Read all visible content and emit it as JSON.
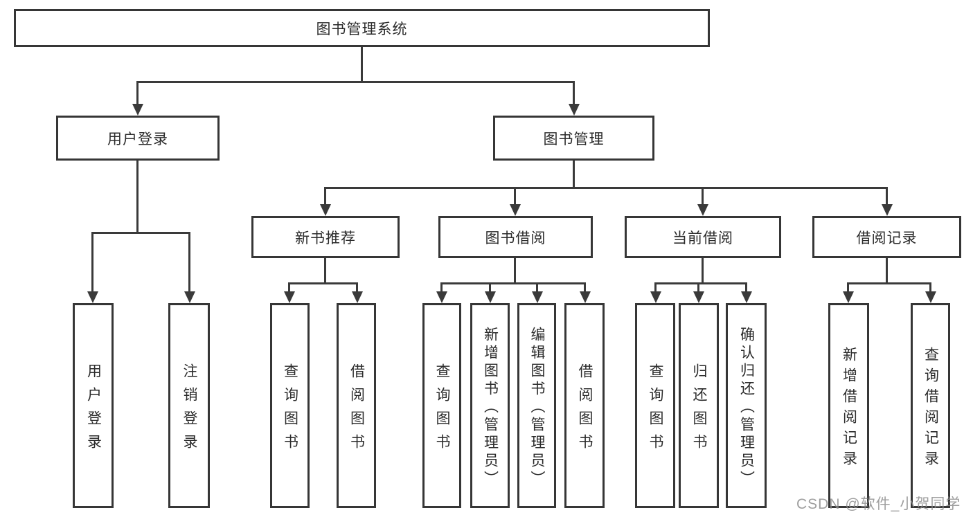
{
  "diagram_title": "图书管理系统",
  "nodes": {
    "root": "图书管理系统",
    "user_login": "用户登录",
    "book_management": "图书管理",
    "new_book_recommend": "新书推荐",
    "book_borrowing": "图书借阅",
    "current_borrowing": "当前借阅",
    "borrowing_records": "借阅记录",
    "ul_login": "用户登录",
    "ul_logout": "注销登录",
    "nb_query_books": "查询图书",
    "nb_borrow_books": "借阅图书",
    "bb_query_books": "查询图书",
    "bb_add_books": "新增图书（管理员）",
    "bb_edit_books": "编辑图书（管理员）",
    "bb_borrow_books": "借阅图书",
    "cb_query_books": "查询图书",
    "cb_return_books": "归还图书",
    "cb_confirm_return": "确认归还（管理员）",
    "br_add_record": "新增借阅记录",
    "br_query_record": "查询借阅记录"
  },
  "hierarchy": {
    "label": "图书管理系统",
    "children": [
      {
        "label": "用户登录",
        "children": [
          {
            "label": "用户登录"
          },
          {
            "label": "注销登录"
          }
        ]
      },
      {
        "label": "图书管理",
        "children": [
          {
            "label": "新书推荐",
            "children": [
              {
                "label": "查询图书"
              },
              {
                "label": "借阅图书"
              }
            ]
          },
          {
            "label": "图书借阅",
            "children": [
              {
                "label": "查询图书"
              },
              {
                "label": "新增图书（管理员）"
              },
              {
                "label": "编辑图书（管理员）"
              },
              {
                "label": "借阅图书"
              }
            ]
          },
          {
            "label": "当前借阅",
            "children": [
              {
                "label": "查询图书"
              },
              {
                "label": "归还图书"
              },
              {
                "label": "确认归还（管理员）"
              }
            ]
          },
          {
            "label": "借阅记录",
            "children": [
              {
                "label": "新增借阅记录"
              },
              {
                "label": "查询借阅记录"
              }
            ]
          }
        ]
      }
    ]
  },
  "watermark": "CSDN @软件_小贺同学",
  "colors": {
    "background": "#ffffff",
    "box_border": "#363636",
    "line": "#3a3a3a",
    "text": "#2b2b2b",
    "watermark": "#8e8e8e"
  }
}
